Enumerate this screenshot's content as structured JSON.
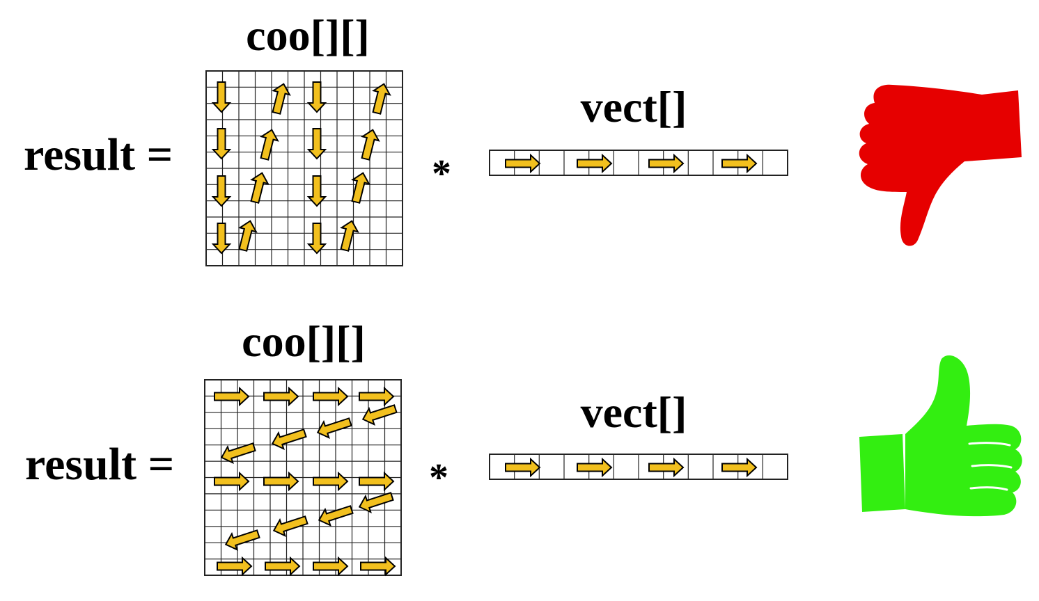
{
  "panels": [
    {
      "id": "top",
      "verdict": "bad",
      "verdict_icon": "thumbs-down-icon",
      "verdict_color": "#e60000",
      "result_label": "result =",
      "matrix_label": "coo[][]",
      "operator": "*",
      "vector_label": "vect[]",
      "matrix_access": "column-major"
    },
    {
      "id": "bottom",
      "verdict": "good",
      "verdict_icon": "thumbs-up-icon",
      "verdict_color": "#33ee11",
      "result_label": "result =",
      "matrix_label": "coo[][]",
      "operator": "*",
      "vector_label": "vect[]",
      "matrix_access": "row-major"
    }
  ],
  "colors": {
    "arrow_fill": "#f2c01e",
    "arrow_stroke": "#000000",
    "grid_line": "#222222"
  }
}
